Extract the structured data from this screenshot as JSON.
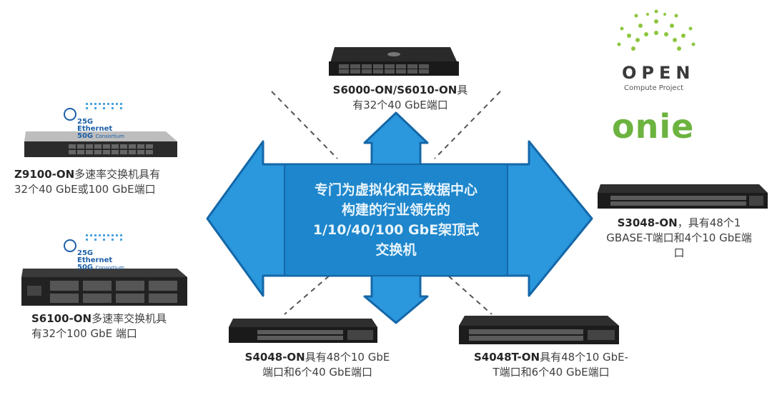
{
  "center": {
    "line1": "专门为虚拟化和云数据中心",
    "line2": "构建的行业领先的",
    "line3": "1/10/40/100 GbE架顶式",
    "line4": "交换机"
  },
  "switches": {
    "s6000": {
      "model": "S6000-ON/S6010-ON",
      "line1_rest": "具",
      "line2": "有32个40 GbE端口"
    },
    "z9100": {
      "model": "Z9100-ON",
      "line1_rest": "多速率交换机具有",
      "line2": "32个40 GbE或100 GbE端口"
    },
    "s3048": {
      "model": "S3048-ON",
      "line1_rest": "，具有48个1",
      "line2": "GBASE-T端口和4个10 GbE端",
      "line3": "口"
    },
    "s6100": {
      "model": "S6100-ON",
      "line1_rest": "多速率交换机具",
      "line2": "有32个100 GbE 端口"
    },
    "s4048": {
      "model": "S4048-ON",
      "line1_rest": "具有48个10 GbE",
      "line2": "端口和6个40 GbE端口"
    },
    "s4048t": {
      "model": "S4048T-ON",
      "line1_rest": "具有48个10 GbE-",
      "line2": "T端口和6个40 GbE端口"
    }
  },
  "logos": {
    "ocp_word": "OPEN",
    "ocp_sub": "Compute Project",
    "onie": "onie",
    "ethernet_25g": "25G",
    "ethernet_word": "Ethernet",
    "ethernet_50g": "50G",
    "consortium": "Consortium"
  },
  "colors": {
    "arrow_fill": "#1f8fd6",
    "arrow_outline": "#1467a8",
    "box_fill": "#1a86cf",
    "onie_green": "#6cb33f",
    "ocp_green": "#8dc63f"
  }
}
